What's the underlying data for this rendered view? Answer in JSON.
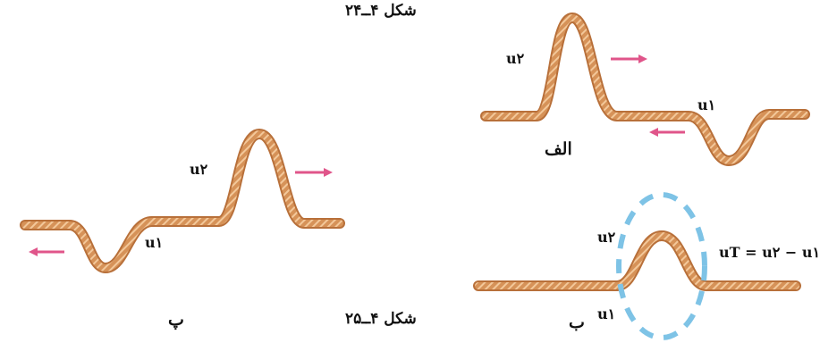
{
  "figures": {
    "fig_24": {
      "caption": "شکل ۴ــ۲۴",
      "panel_alef": {
        "letter": "الف",
        "pulse_right_label": "u۲",
        "pulse_left_label": "u۱",
        "arrow_right_color": "#e0558a",
        "arrow_left_color": "#e0558a"
      },
      "panel_be": {
        "letter": "ب",
        "upper_label": "u۲",
        "lower_label": "u۱",
        "sum_label": "uT = u۲ − u۱",
        "ellipse_color": "#7ec3e6"
      }
    },
    "fig_25": {
      "caption": "شکل ۴ــ۲۵",
      "panel_pe": {
        "letter": "پ",
        "pulse_up_label": "u۲",
        "pulse_down_label": "u۱",
        "arrow_right_color": "#e0558a",
        "arrow_left_color": "#e0558a"
      }
    }
  },
  "rope_color": "#d28a4e"
}
